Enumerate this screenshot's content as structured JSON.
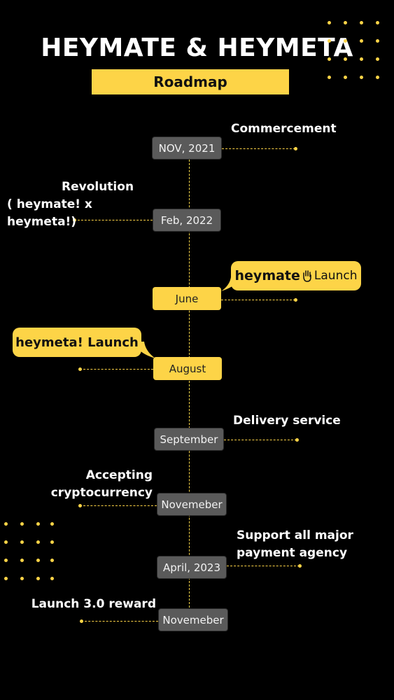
{
  "header": {
    "title": "HEYMATE & HEYMETA",
    "subtitle": "Roadmap"
  },
  "milestones": [
    {
      "date": "NOV, 2021",
      "text": "Commercement"
    },
    {
      "date": "Feb, 2022",
      "text_line1": "Revolution",
      "text_line2": "( heymate! x heymeta!)"
    },
    {
      "date": "June",
      "text_brand": "heymate",
      "text_suffix": "Launch",
      "icon": "waving-hand-icon"
    },
    {
      "date": "August",
      "text": "heymeta! Launch"
    },
    {
      "date": "September",
      "text": "Delivery service"
    },
    {
      "date": "Novemeber",
      "text_line1": "Accepting",
      "text_line2": "cryptocurrency"
    },
    {
      "date": "April, 2023",
      "text_line1": "Support all major",
      "text_line2": "payment agency"
    },
    {
      "date": "Novemeber",
      "text": "Launch 3.0 reward"
    }
  ],
  "colors": {
    "background": "#000000",
    "accent": "#FDD447",
    "pill_gray": "#5a5a5a"
  }
}
